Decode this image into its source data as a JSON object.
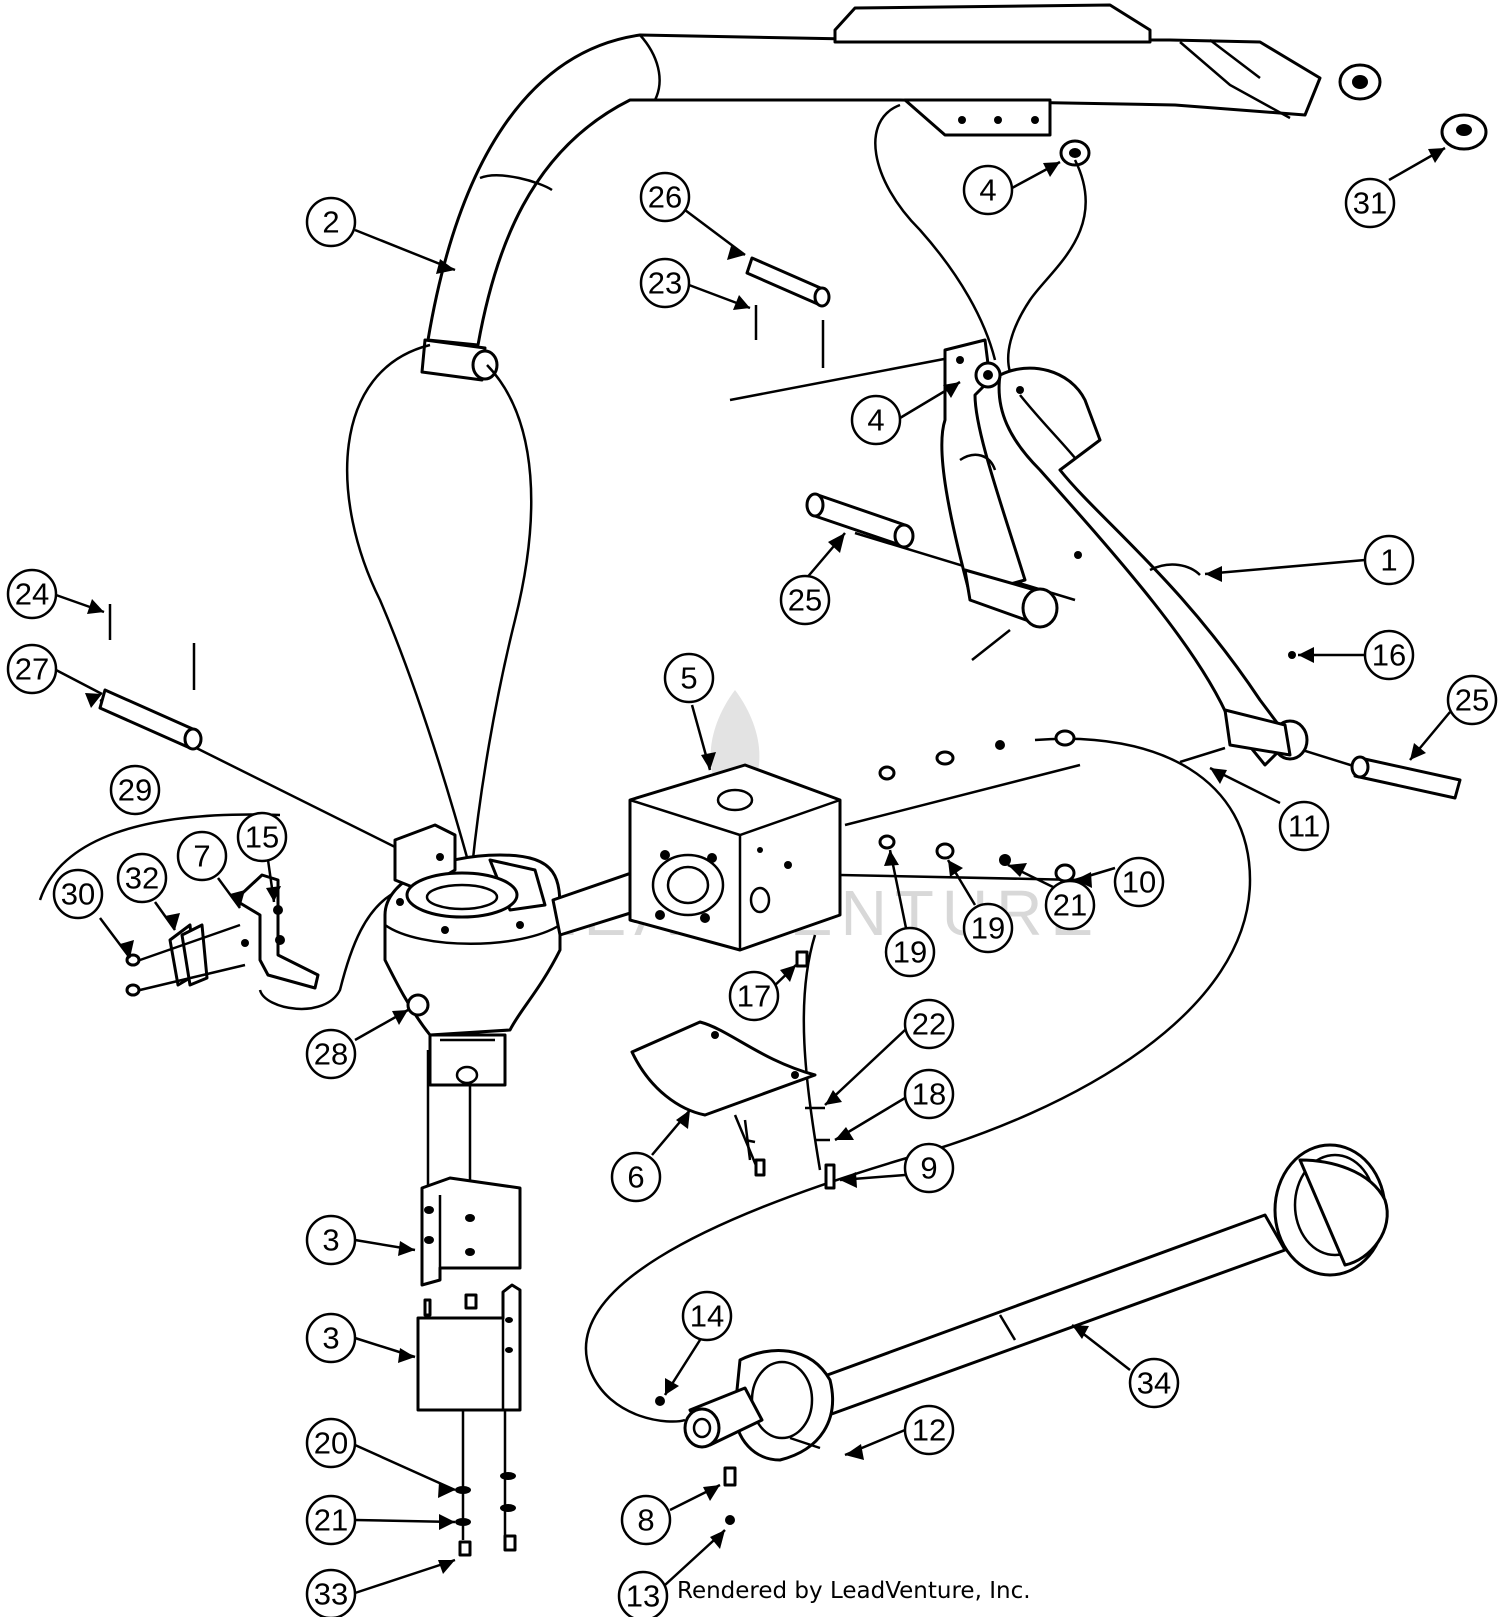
{
  "credit": "Rendered by LeadVenture, Inc.",
  "watermark": "LEADVENTURE",
  "callouts": [
    {
      "label": "1"
    },
    {
      "label": "2"
    },
    {
      "label": "3"
    },
    {
      "label": "3"
    },
    {
      "label": "4"
    },
    {
      "label": "4"
    },
    {
      "label": "5"
    },
    {
      "label": "6"
    },
    {
      "label": "7"
    },
    {
      "label": "8"
    },
    {
      "label": "9"
    },
    {
      "label": "10"
    },
    {
      "label": "11"
    },
    {
      "label": "12"
    },
    {
      "label": "13"
    },
    {
      "label": "14"
    },
    {
      "label": "15"
    },
    {
      "label": "16"
    },
    {
      "label": "17"
    },
    {
      "label": "18"
    },
    {
      "label": "19"
    },
    {
      "label": "19"
    },
    {
      "label": "20"
    },
    {
      "label": "21"
    },
    {
      "label": "21"
    },
    {
      "label": "22"
    },
    {
      "label": "23"
    },
    {
      "label": "24"
    },
    {
      "label": "25"
    },
    {
      "label": "25"
    },
    {
      "label": "26"
    },
    {
      "label": "27"
    },
    {
      "label": "28"
    },
    {
      "label": "29"
    },
    {
      "label": "30"
    },
    {
      "label": "31"
    },
    {
      "label": "32"
    },
    {
      "label": "33"
    },
    {
      "label": "34"
    }
  ]
}
